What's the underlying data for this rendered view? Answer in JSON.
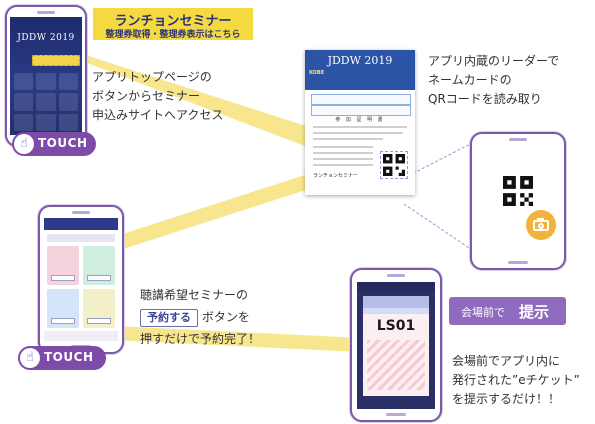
{
  "colors": {
    "accent_purple": "#7e4ba8",
    "banner_yellow": "#f4d941",
    "app_navy": "#2a3b86",
    "beam_yellow": "#f6e27a"
  },
  "banner": {
    "title": "ランチョンセミナー",
    "subtitle": "整理券取得・整理券表示はこちら"
  },
  "app_screen": {
    "title": "JDDW 2019"
  },
  "name_card": {
    "title": "JDDW 2019",
    "kobe": "KOBE",
    "heading": "参 加 証 明 書",
    "seminar_label": "ランチョンセミナー",
    "code": "LS01"
  },
  "steps": {
    "step1": [
      "アプリトップページの",
      "ボタンからセミナー",
      "申込みサイトへアクセス"
    ],
    "step2_line1": "アプリ内蔵のリーダーで",
    "step2_line2": "ネームカードの",
    "step2_line3": "QRコードを読み取り",
    "step3_line1": "聴講希望セミナーの",
    "step3_button": "予約する",
    "step3_after": " ボタンを",
    "step3_line3": "押すだけで予約完了！",
    "step4_line1": "会場前でアプリ内に",
    "step4_line2": "発行された”eチケット”",
    "step4_line3": "を提示するだけ！！"
  },
  "touch_badge": {
    "label": "TOUCH",
    "icon": "hand-pointer-icon"
  },
  "venue_tag": {
    "prefix": "会場前で",
    "action": "提示"
  },
  "icons": [
    "camera-icon",
    "hand-pointer-icon",
    "qr-code-icon"
  ]
}
